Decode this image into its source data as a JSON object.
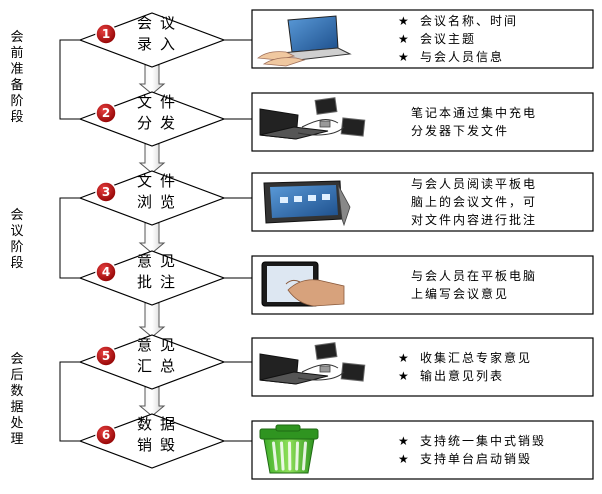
{
  "phases": [
    {
      "label": "会前准备阶段"
    },
    {
      "label": "会议阶段"
    },
    {
      "label": "会后数据处理"
    }
  ],
  "steps": [
    {
      "num": "1",
      "title1": "会议",
      "title2": "录入",
      "desc": [
        "会议名称、时间",
        "会议主题",
        "与会人员信息"
      ],
      "bullets": true,
      "image": "laptop-typing-icon"
    },
    {
      "num": "2",
      "title1": "文件",
      "title2": "分发",
      "desc": [
        "笔记本通过集中充电",
        "分发器下发文件"
      ],
      "bullets": false,
      "image": "laptop-tablets-icon"
    },
    {
      "num": "3",
      "title1": "文件",
      "title2": "浏览",
      "desc": [
        "与会人员阅读平板电",
        "脑上的会议文件，可",
        "对文件内容进行批注"
      ],
      "bullets": false,
      "image": "tablet-screen-icon"
    },
    {
      "num": "4",
      "title1": "意见",
      "title2": "批注",
      "desc": [
        "与会人员在平板电脑",
        "上编写会议意见"
      ],
      "bullets": false,
      "image": "tablet-hand-icon"
    },
    {
      "num": "5",
      "title1": "意见",
      "title2": "汇总",
      "desc": [
        "收集汇总专家意见",
        "输出意见列表"
      ],
      "bullets": true,
      "image": "laptop-tablets-icon"
    },
    {
      "num": "6",
      "title1": "数据",
      "title2": "销毁",
      "desc": [
        "支持统一集中式销毁",
        "支持单台启动销毁"
      ],
      "bullets": true,
      "image": "trash-bin-icon"
    }
  ],
  "star": "★",
  "colors": {
    "badge": "#b01010",
    "arrow": "#d8d8d8",
    "frame": "#000000"
  }
}
